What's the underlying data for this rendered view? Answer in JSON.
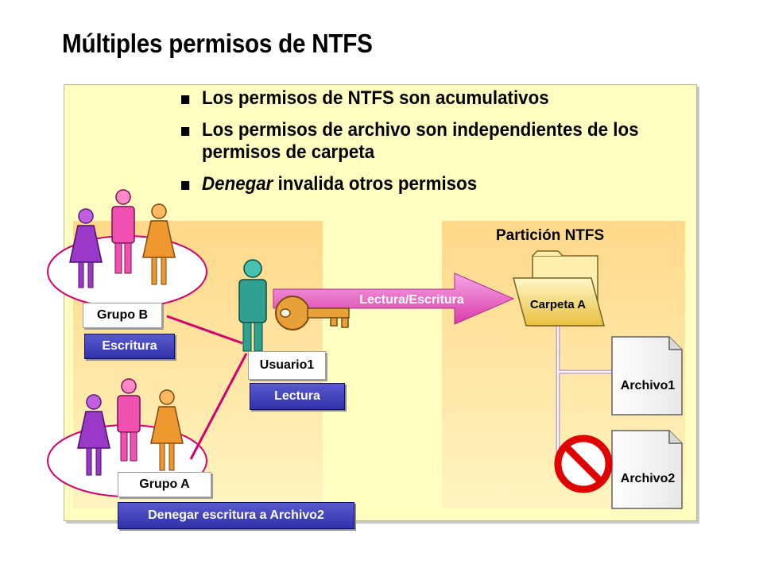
{
  "title": "Múltiples permisos de NTFS",
  "bullets": [
    {
      "text": "Los permisos de NTFS son acumulativos"
    },
    {
      "text": "Los permisos de archivo son independientes de los permisos de carpeta"
    },
    {
      "emphasis": "Denegar",
      "text": " invalida otros permisos"
    }
  ],
  "partition_label": "Partición NTFS",
  "group_b": {
    "name": "Grupo B",
    "permission": "Escritura"
  },
  "group_a": {
    "name": "Grupo A",
    "permission": "Denegar escritura a Archivo2"
  },
  "user": {
    "name": "Usuario1",
    "permission": "Lectura"
  },
  "arrow_label": "Lectura/Escritura",
  "folder_label": "Carpeta A",
  "files": [
    "Archivo1",
    "Archivo2"
  ],
  "colors": {
    "panel_bg": "#ffffc2",
    "partition_fill": "#ffd889",
    "permission_box": "#3a3ab8",
    "arrow": "#ee66cc",
    "key": "#e8a038",
    "connector": "#d40070",
    "deny": "#e00000"
  }
}
